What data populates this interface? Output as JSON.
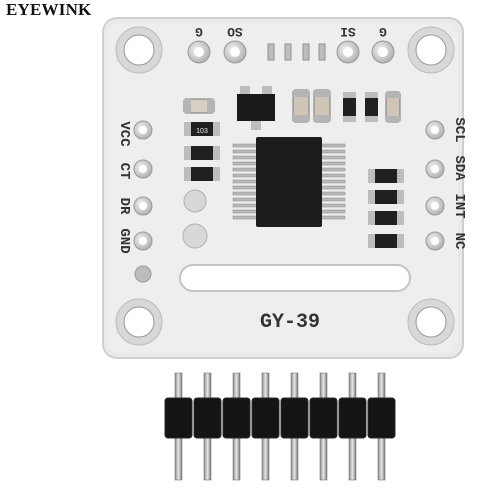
{
  "watermark": {
    "brand": "EYEWINK"
  },
  "board": {
    "model": "GY-39",
    "top_pins": [
      "G",
      "SO",
      "SI",
      "G"
    ],
    "left_pins": [
      "VCC",
      "CT",
      "DR",
      "GND"
    ],
    "right_pins": [
      "SCL",
      "SDA",
      "INT",
      "NC"
    ],
    "resistor_code": "103",
    "colors": {
      "pcb": "#ececec",
      "mask_edge": "#d9d9d9",
      "pad": "#c8c8c8",
      "chip": "#1c1c1c",
      "header": "#151515"
    }
  },
  "header_pins": {
    "count": 8
  }
}
